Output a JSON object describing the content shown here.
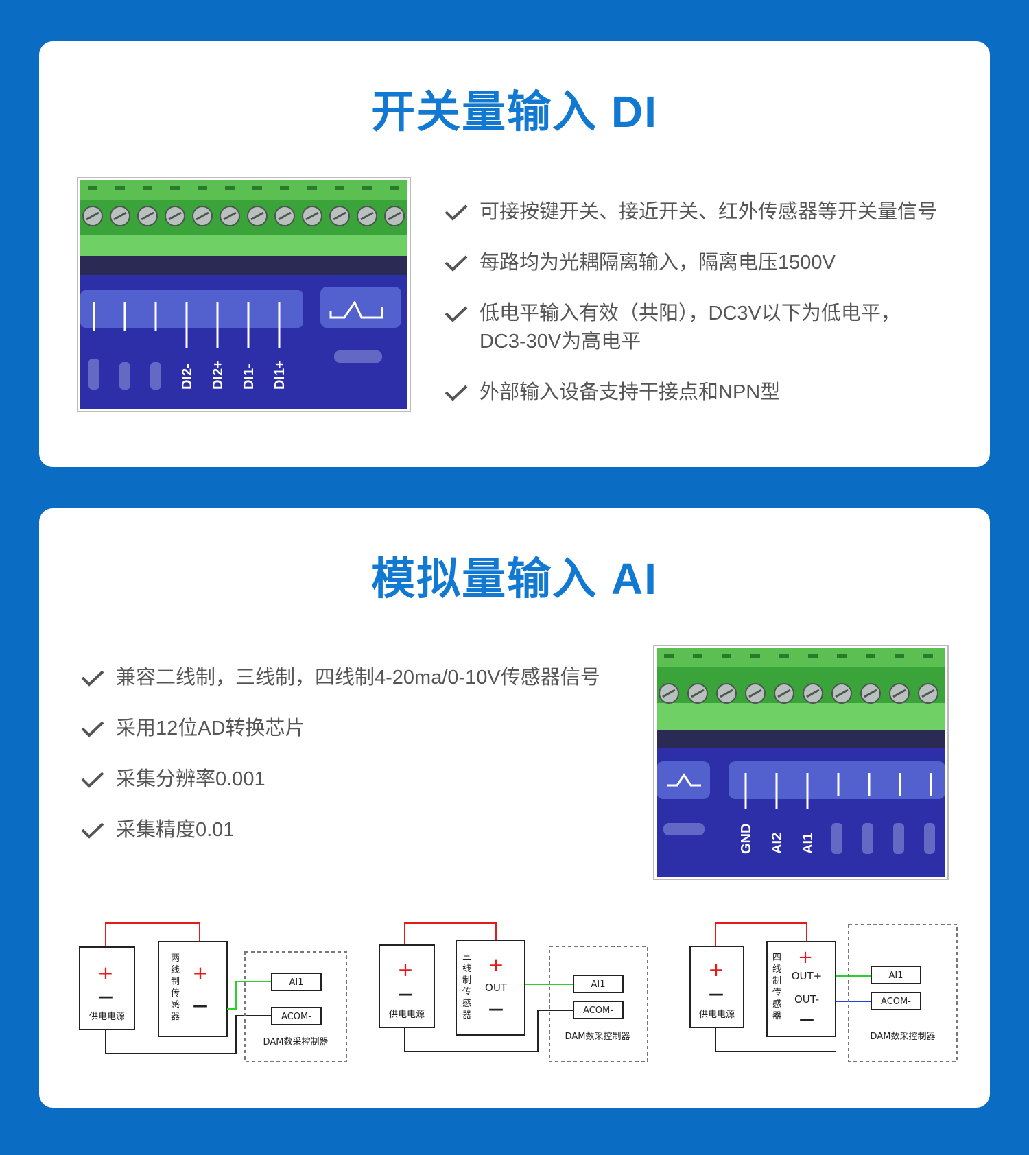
{
  "di": {
    "title": "开关量输入 DI",
    "features": [
      "可接按键开关、接近开关、红外传感器等开关量信号",
      "每路均为光耦隔离输入，隔离电压1500V",
      "低电平输入有效（共阳），DC3V以下为低电平，DC3-30V为高电平",
      "外部输入设备支持干接点和NPN型"
    ],
    "terminal_labels": [
      "DI2-",
      "DI2+",
      "DI1-",
      "DI1+"
    ]
  },
  "ai": {
    "title": "模拟量输入 AI",
    "features": [
      "兼容二线制，三线制，四线制4-20ma/0-10V传感器信号",
      "采用12位AD转换芯片",
      "采集分辨率0.001",
      "采集精度0.01"
    ],
    "terminal_labels": [
      "GND",
      "AI2",
      "AI1"
    ]
  },
  "diagrams": [
    {
      "sensor": "两线制传感器",
      "power": "供电电源",
      "plus": "+",
      "minus": "—",
      "ai_label": "AI1",
      "acom_label": "ACOM-",
      "controller": "DAM数采控制器"
    },
    {
      "sensor": "三线制传感器",
      "power": "供电电源",
      "plus": "+",
      "minus": "—",
      "out": "OUT",
      "ai_label": "AI1",
      "acom_label": "ACOM-",
      "controller": "DAM数采控制器"
    },
    {
      "sensor": "四线制传感器",
      "power": "供电电源",
      "plus": "+",
      "minus": "—",
      "out_plus": "OUT+",
      "out_minus": "OUT-",
      "ai_label": "AI1",
      "acom_label": "ACOM-",
      "controller": "DAM数采控制器"
    }
  ],
  "colors": {
    "background": "#0a6cc2",
    "title": "#1279d2",
    "text": "#555555",
    "wire_red": "#e31b1b",
    "wire_green": "#2ecc2e",
    "wire_blue": "#2040e0"
  }
}
